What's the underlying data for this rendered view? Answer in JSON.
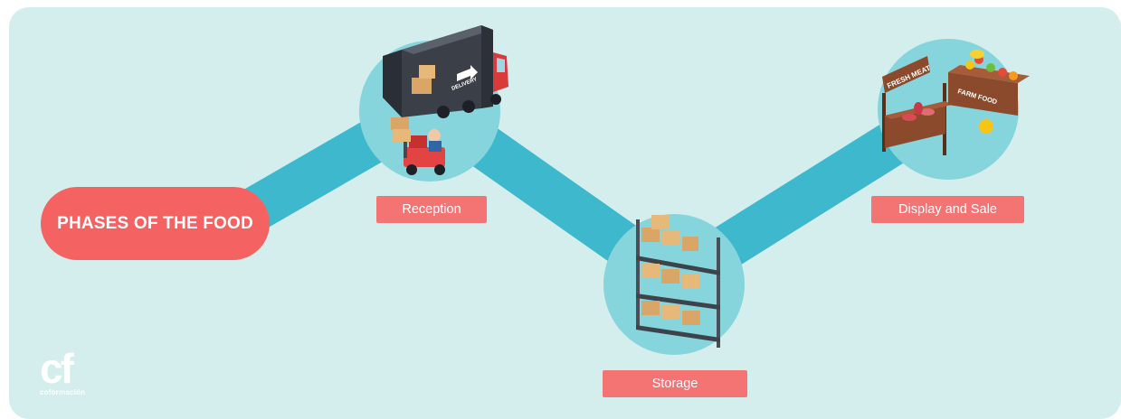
{
  "diagram": {
    "title": "PHASES OF THE FOOD",
    "phases": [
      {
        "label": "Reception"
      },
      {
        "label": "Storage"
      },
      {
        "label": "Display and Sale"
      }
    ],
    "illustration_text": {
      "delivery": "DELIVERY",
      "fresh_meat": "FRESH MEAT",
      "farm_food": "FARM FOOD"
    }
  },
  "logo": {
    "mark": "cf",
    "text": "coformación"
  },
  "colors": {
    "background": "#d4eeee",
    "path": "#3db8cc",
    "circle": "#86d4dc",
    "accent": "#f56262",
    "label": "#f47373"
  }
}
